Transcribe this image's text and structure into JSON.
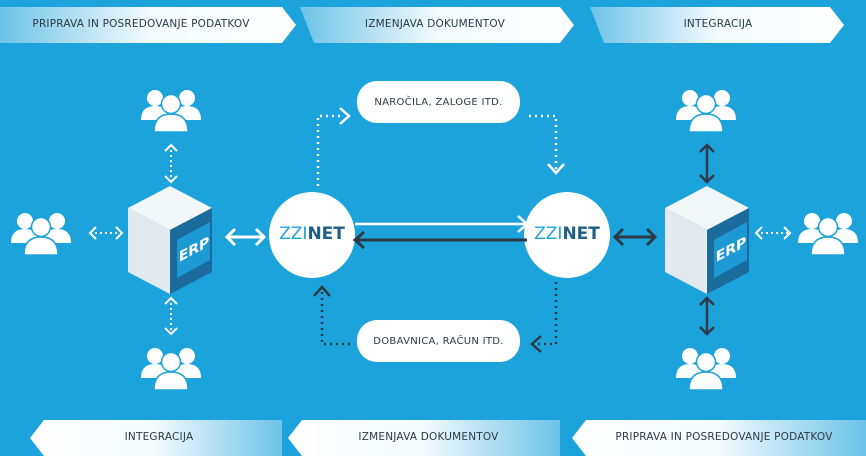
{
  "banners": {
    "top": [
      "PRIPRAVA IN POSREDOVANJE PODATKOV",
      "IZMENJAVA DOKUMENTOV",
      "INTEGRACIJA"
    ],
    "bottom": [
      "INTEGRACIJA",
      "IZMENJAVA DOKUMENTOV",
      "PRIPRAVA IN POSREDOVANJE PODATKOV"
    ]
  },
  "pills": {
    "orders": "NAROČILA, ZALOGE ITD.",
    "delivery": "DOBAVNICA, RAČUN ITD."
  },
  "nodes": {
    "zzinet_prefix": "ZZI",
    "zzinet_suffix": "NET",
    "erp": "ERP"
  },
  "colors": {
    "background": "#1da3dc",
    "dark": "#2b3a44",
    "white": "#ffffff"
  }
}
